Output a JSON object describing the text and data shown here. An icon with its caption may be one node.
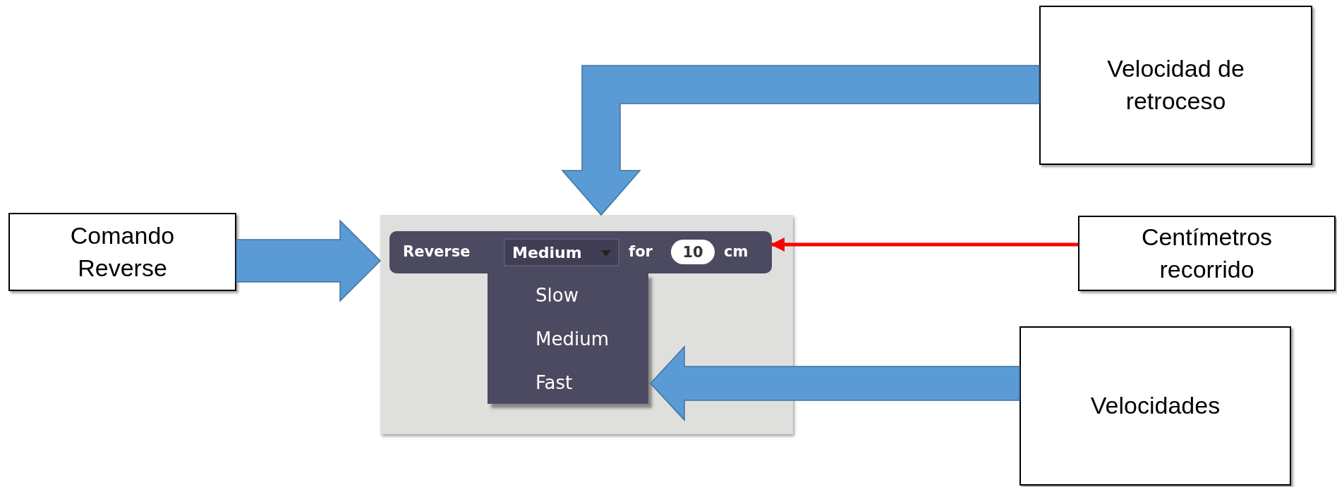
{
  "diagram": {
    "nodes": [
      {
        "text": [
          "Comando Reverse"
        ]
      },
      {
        "text": [
          "Velocidad de retroceso"
        ]
      },
      {
        "text": [
          "Centímetros recorrido"
        ]
      },
      {
        "text": [
          "Velocidades"
        ]
      },
      {
        "text": [],
        "shape": "box"
      },
      {
        "text": [
          "Reverse",
          "for",
          "cm"
        ],
        "in": 4
      },
      {
        "text": [
          "Medium"
        ],
        "in": 5
      },
      {
        "text": [
          "10"
        ],
        "in": 5
      },
      {
        "text": [
          "Slow",
          "Medium",
          "Fast"
        ],
        "in": 4
      }
    ],
    "edges": [
      {
        "from": 0,
        "to": 4,
        "arrow": "to",
        "style": "thick"
      },
      {
        "from": 1,
        "to": 4,
        "arrow": "to",
        "style": "thick"
      },
      {
        "from": 2,
        "to": 5,
        "arrow": "to",
        "color": "#ff0000"
      },
      {
        "from": 3,
        "to": 8,
        "arrow": "to",
        "style": "thick"
      }
    ]
  }
}
